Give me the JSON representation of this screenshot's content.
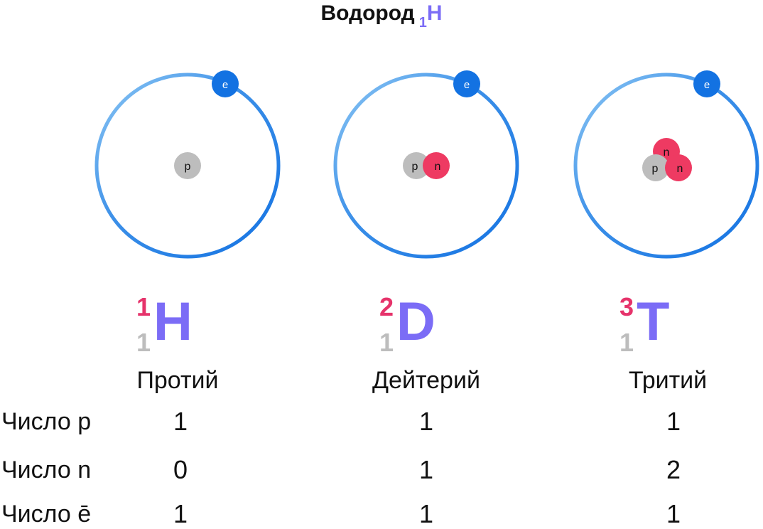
{
  "title": {
    "main": "Водород",
    "subscript": "1",
    "symbol": "H"
  },
  "particles": {
    "electron": "e",
    "proton": "p",
    "neutron": "n"
  },
  "colors": {
    "orbit_light": "#8ec8f4",
    "orbit_dark": "#1372e2",
    "electron": "#1372e2",
    "proton": "#bdbdbd",
    "neutron": "#ee3a62",
    "mass_number": "#e6336b",
    "atomic_number": "#bdbdbd",
    "symbol": "#7b6cf6"
  },
  "isotopes": [
    {
      "mass": "1",
      "z": "1",
      "letter": "H",
      "name": "Протий",
      "protons": 1,
      "neutrons": 0
    },
    {
      "mass": "2",
      "z": "1",
      "letter": "D",
      "name": "Дейтерий",
      "protons": 1,
      "neutrons": 1
    },
    {
      "mass": "3",
      "z": "1",
      "letter": "T",
      "name": "Тритий",
      "protons": 1,
      "neutrons": 2
    }
  ],
  "table": {
    "rows": [
      {
        "label": "Число p",
        "values": [
          "1",
          "1",
          "1"
        ]
      },
      {
        "label": "Число n",
        "values": [
          "0",
          "1",
          "2"
        ]
      },
      {
        "label": "Число ē",
        "values": [
          "1",
          "1",
          "1"
        ]
      }
    ]
  }
}
